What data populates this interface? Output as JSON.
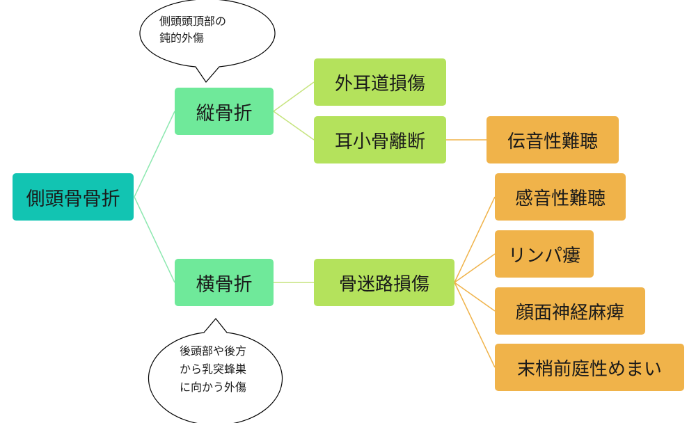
{
  "root": {
    "label": "側頭骨骨折"
  },
  "branches": {
    "longitudinal": {
      "label": "縦骨折",
      "note": [
        "側頭頭頂部の",
        "鈍的外傷"
      ],
      "children": [
        {
          "label": "外耳道損傷"
        },
        {
          "label": "耳小骨離断",
          "result": "伝音性難聴"
        }
      ]
    },
    "transverse": {
      "label": "横骨折",
      "note": [
        "後頭部や後方",
        "から乳突蜂巣",
        "に向かう外傷"
      ],
      "child": {
        "label": "骨迷路損傷",
        "results": [
          "感音性難聴",
          "リンパ瘻",
          "顔面神経麻痺",
          "末梢前庭性めまい"
        ]
      }
    }
  },
  "colors": {
    "root": "#12c4b2",
    "fracture": "#6fe99a",
    "injury": "#b4e25c",
    "outcome": "#f0b34a",
    "line_green": "#8de8b0",
    "line_lime": "#c6e47e",
    "line_orange": "#f0b34a"
  }
}
